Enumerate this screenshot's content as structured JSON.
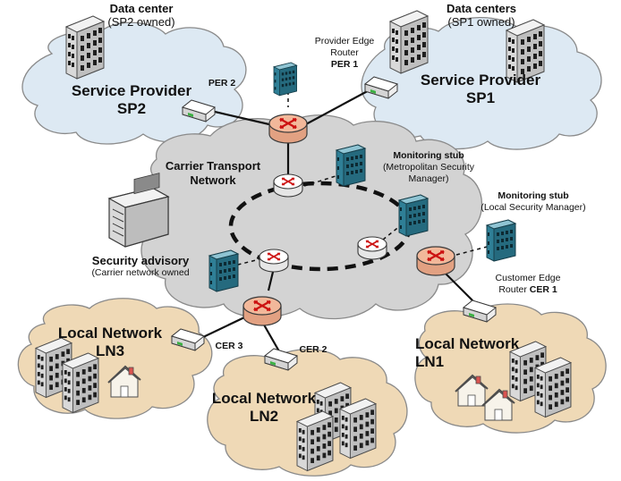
{
  "clouds": {
    "sp2": {
      "line1": "Service Provider",
      "line2": "SP2"
    },
    "sp1": {
      "line1": "Service Provider",
      "line2": "SP1"
    },
    "carrier": {
      "line1": "Carrier Transport",
      "line2": "Network"
    },
    "ln3": {
      "line1": "Local Network",
      "line2": "LN3"
    },
    "ln2": {
      "line1": "Local Network",
      "line2": "LN2"
    },
    "ln1": {
      "line1": "Local Network",
      "line2": "LN1"
    }
  },
  "datacenters": {
    "sp2": {
      "title": "Data center",
      "sub": "(SP2 owned)"
    },
    "sp1": {
      "title": "Data centers",
      "sub": "(SP1 owned)"
    }
  },
  "routers": {
    "per1": {
      "line1": "Provider Edge",
      "line2": "Router",
      "name": "PER 1"
    },
    "per2": {
      "name": "PER 2"
    },
    "cer1": {
      "line1": "Customer Edge",
      "line2_prefix": "Router ",
      "name": "CER 1"
    },
    "cer2": {
      "name": "CER 2"
    },
    "cer3": {
      "name": "CER 3"
    }
  },
  "stubs": {
    "metro": {
      "title": "Monitoring stub",
      "line1": "(Metropolitan Security",
      "line2": "Manager)"
    },
    "local": {
      "title": "Monitoring stub",
      "line1": "(Local Security Manager)"
    }
  },
  "advisory": {
    "title": "Security advisory",
    "sub": "(Carrier network owned"
  },
  "colors": {
    "cloud_fill": "#dde9f3",
    "carrier_fill": "#d3d3d3",
    "local_fill": "#efd9b6",
    "edge_router": "#f2b89a",
    "core_router": "#ffffff",
    "server_teal": "#2f7f96",
    "x_marks": "#cc1111"
  }
}
